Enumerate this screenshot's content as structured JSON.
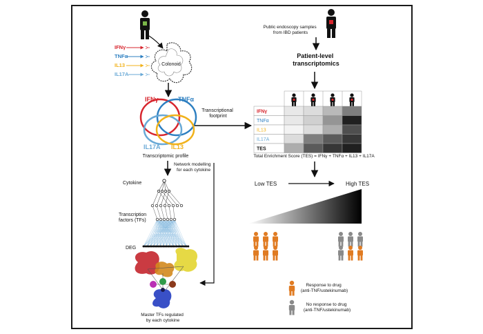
{
  "colors": {
    "ifng": "#d7262e",
    "tnfa": "#2d7fc1",
    "il13": "#f1b21b",
    "il17a": "#69a9d6",
    "responder": "#e07b22",
    "nonresponder": "#8a8a8a",
    "border": "#1a1a1a"
  },
  "left": {
    "cytokines": [
      "IFNγ",
      "TNFα",
      "IL13",
      "IL17A"
    ],
    "colonoid_label": "Colonoid",
    "venn_labels": {
      "ifng": "IFNγ",
      "tnfa": "TNFα",
      "il17a": "IL17A",
      "il13": "IL13"
    },
    "venn_caption": "Transcriptomic profile",
    "network_caption": "Network modelling\nfor each cytokine",
    "layer_cytokine": "Cytokine",
    "layer_tfs": "Transcription\nfactors (TFs)",
    "layer_deg": "DEG",
    "master_caption": "Master TFs regulated\nby each cytokine"
  },
  "middle": {
    "footprint_label": "Transcriptional\nfootprint"
  },
  "right": {
    "public_label": "Public endoscopy samples\nfrom IBD patients",
    "patient_level": "Patient-level\ntranscriptomics",
    "heatmap_rows": [
      "IFNγ",
      "TNFα",
      "IL13",
      "IL17A",
      "TES"
    ],
    "heatmap_values": [
      [
        0.1,
        0.15,
        0.3,
        0.55
      ],
      [
        0.1,
        0.2,
        0.45,
        0.95
      ],
      [
        0.05,
        0.15,
        0.35,
        0.75
      ],
      [
        0.15,
        0.55,
        0.7,
        0.85
      ],
      [
        0.35,
        0.7,
        0.85,
        0.95
      ]
    ],
    "tes_formula": "Total Enrichment Score (TES) = IFNγ + TNFα + IL13 + IL17A",
    "low_tes": "Low TES",
    "high_tes": "High TES",
    "legend_response": "Response to drug\n(anti-TNF/ustekinumab)",
    "legend_no_response": "No response to drug\n(anti-TNF/ustekinumab)"
  }
}
